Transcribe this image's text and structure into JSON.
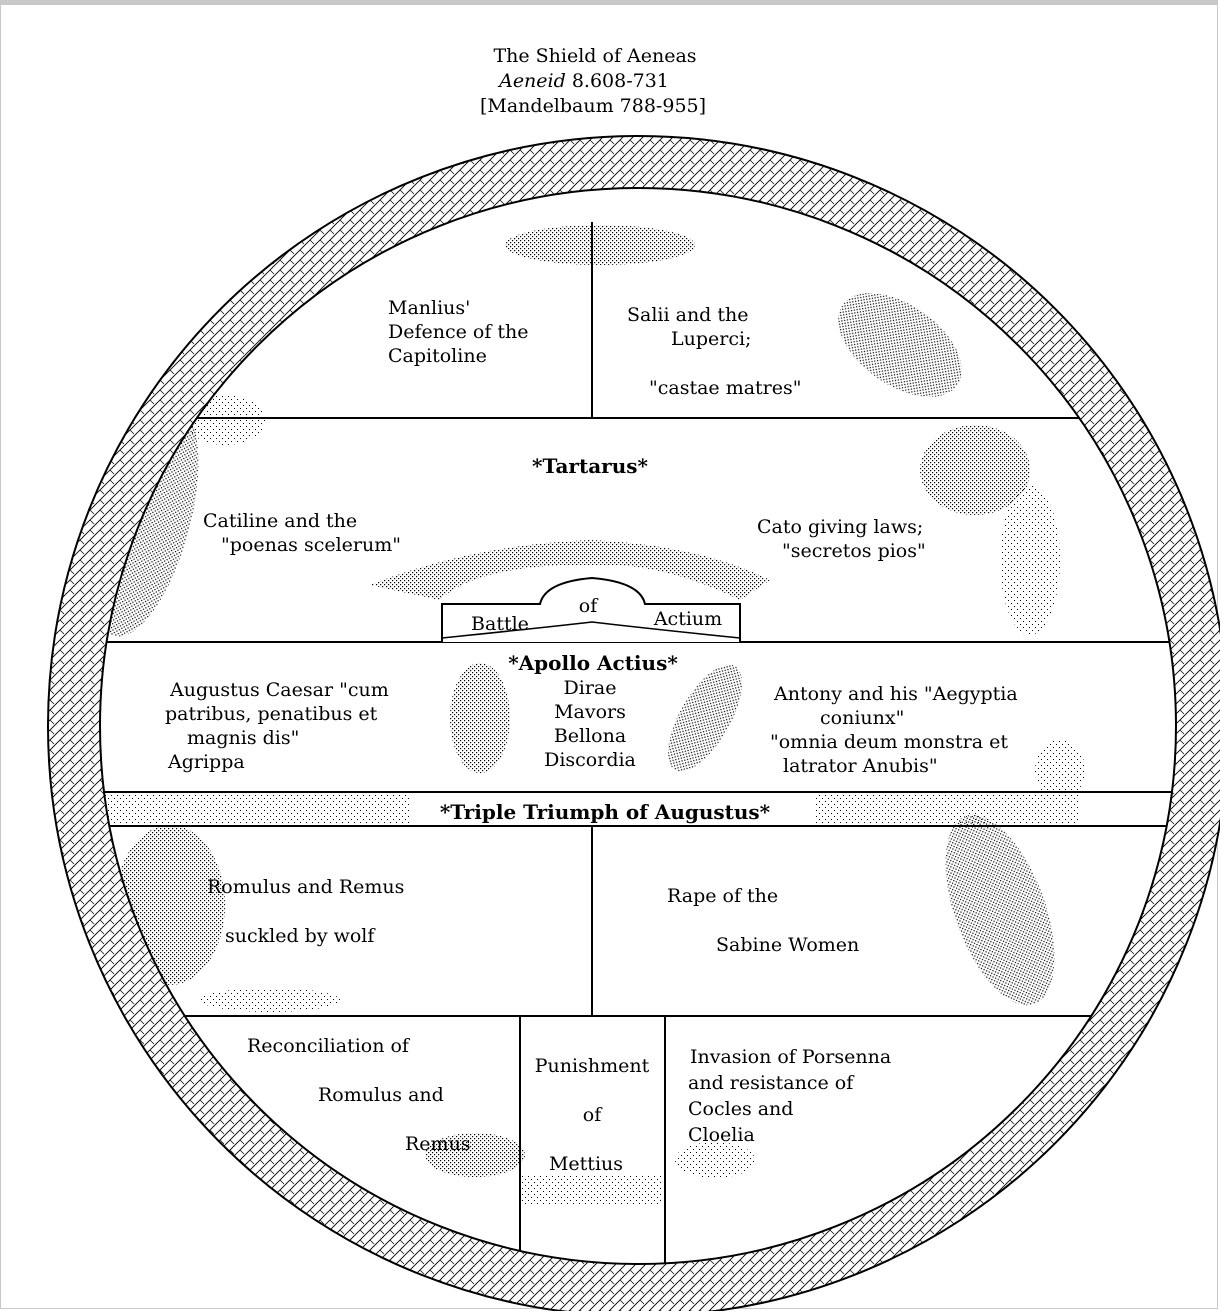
{
  "header": {
    "line1": "The Shield of Aeneas",
    "line2_italic": "Aeneid",
    "line2_ref": " 8.608-731",
    "line3": "[Mandelbaum 788-955]"
  },
  "panels": {
    "manlius": [
      "Manlius'",
      "Defence of the",
      "Capitoline"
    ],
    "salii": [
      "Salii and the",
      "Luperci;",
      "\"castae matres\""
    ],
    "tartarus": "*Tartarus*",
    "catiline": [
      "Catiline and the",
      "\"poenas scelerum\""
    ],
    "cato": [
      "Cato giving laws;",
      "\"secretos pios\""
    ],
    "actium": {
      "battle": "Battle",
      "of": "of",
      "actium": "Actium"
    },
    "apollo": "*Apollo Actius*",
    "augustus": [
      "Augustus Caesar \"cum",
      "patribus, penatibus et",
      "magnis dis\"",
      "Agrippa"
    ],
    "gods": [
      "Dirae",
      "Mavors",
      "Bellona",
      "Discordia"
    ],
    "antony": [
      "Antony and his \"Aegyptia",
      "coniunx\"",
      "\"omnia deum monstra et",
      "latrator Anubis\""
    ],
    "triumph": "*Triple Triumph of Augustus*",
    "romulus": [
      "Romulus and Remus",
      "suckled by wolf"
    ],
    "sabine": [
      "Rape of the",
      "Sabine Women"
    ],
    "reconciliation": [
      "Reconciliation of",
      "Romulus and",
      "Remus"
    ],
    "mettius": [
      "Punishment",
      "of",
      "Mettius"
    ],
    "porsenna": [
      "Invasion of Porsenna",
      "and resistance  of",
      "Cocles and",
      "Cloelia"
    ]
  }
}
